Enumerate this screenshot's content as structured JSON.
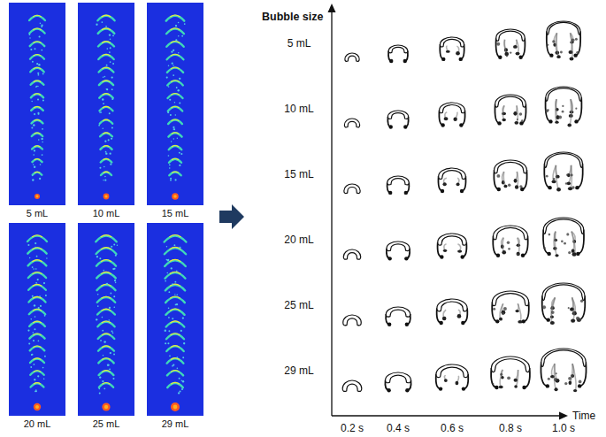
{
  "diagram": {
    "labels": [
      "5 mL",
      "10 mL",
      "15 mL",
      "20 mL",
      "25 mL",
      "29 mL",
      "Bubble size",
      "5 mL",
      "10 mL",
      "15 mL",
      "20 mL",
      "25 mL",
      "29 mL",
      "0.2 s",
      "0.4 s",
      "0.6 s",
      "0.8 s",
      "1.0 s",
      "Time"
    ]
  }
}
